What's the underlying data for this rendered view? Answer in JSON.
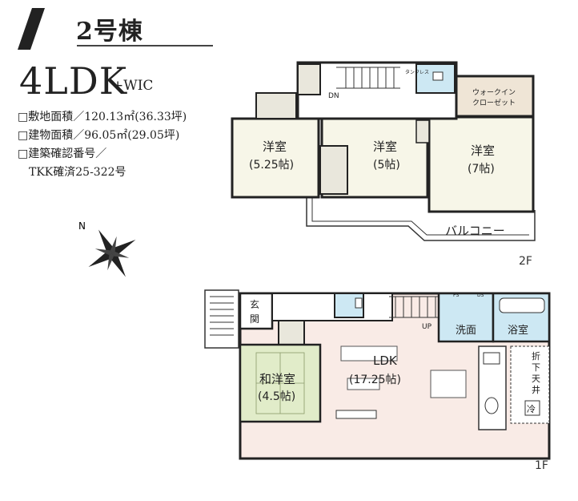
{
  "building": {
    "title": "2号棟"
  },
  "layout": {
    "main": "4LDK",
    "sub": "+WIC"
  },
  "specs": [
    "□敷地面積／120.13㎡(36.33坪)",
    "□建物面積／96.05㎡(29.05坪)",
    "□建築確認番号／",
    "TKK確済25-322号"
  ],
  "compass": {
    "label": "N"
  },
  "floor2": {
    "label": "2F",
    "rooms": {
      "west": {
        "name": "洋室",
        "size": "(5.25帖)"
      },
      "middle": {
        "name": "洋室",
        "size": "(5帖)"
      },
      "east": {
        "name": "洋室",
        "size": "(7帖)"
      },
      "wic": {
        "line1": "ウォークイン",
        "line2": "クローゼット"
      },
      "balcony": "バルコニー",
      "dn": "DN",
      "tank": "タンクレス"
    }
  },
  "floor1": {
    "label": "1F",
    "rooms": {
      "entrance": {
        "line1": "玄",
        "line2": "関"
      },
      "up": "UP",
      "wash": "洗面",
      "bath": "浴室",
      "ldk": {
        "name": "LDK",
        "size": "(17.25帖)"
      },
      "japanese": {
        "name": "和洋室",
        "size": "(4.5帖)"
      },
      "ceiling": {
        "l1": "折",
        "l2": "下",
        "l3": "天",
        "l4": "井"
      },
      "fridge": "冷",
      "ps": "PS",
      "ds": "DS"
    }
  },
  "colors": {
    "room_fill": "#f7f6e8",
    "closet_fill": "#e9e7dc",
    "wic_fill": "#efe5d6",
    "wet_fill": "#cde8f3",
    "ldk_fill": "#f9ebe6",
    "japanese_fill": "#e1ecc9",
    "wall": "#222222"
  }
}
